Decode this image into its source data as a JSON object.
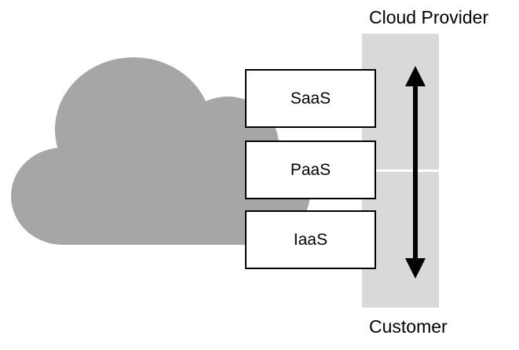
{
  "diagram": {
    "top_label": "Cloud Provider",
    "bottom_label": "Customer",
    "layers": [
      {
        "name": "SaaS"
      },
      {
        "name": "PaaS"
      },
      {
        "name": "IaaS"
      }
    ]
  },
  "colors": {
    "cloud": "#a6a6a6",
    "band": "#d9d9d9",
    "box_border": "#000000",
    "arrow": "#000000"
  },
  "icons": {
    "cloud": "cloud-icon",
    "arrow": "double-headed-vertical-arrow"
  }
}
